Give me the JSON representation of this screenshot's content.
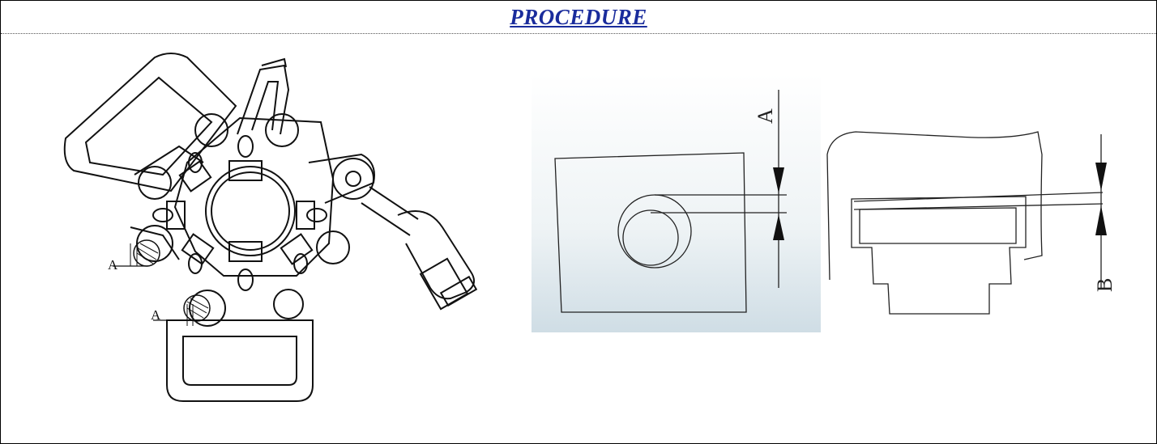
{
  "header": {
    "title": "PROCEDURE"
  },
  "figure_left": {
    "label_a1": "A",
    "label_a2": "A"
  },
  "figure_middle": {
    "label_a": "A"
  },
  "figure_right": {
    "label_b": "B"
  }
}
